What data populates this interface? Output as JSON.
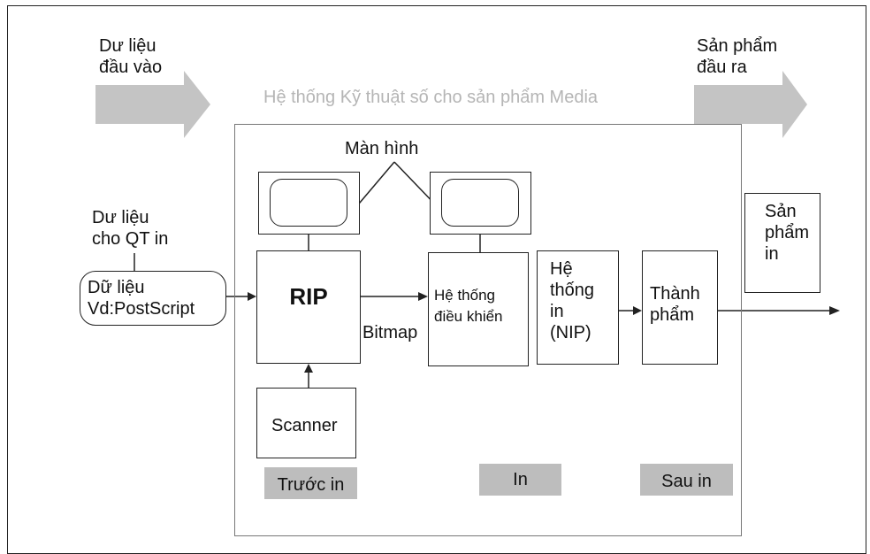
{
  "input_data_label": "Dư liệu\nđầu vào",
  "output_product_label": "Sản phẩm\nđầu ra",
  "system_title": "Hệ thống Kỹ thuật số cho sản phẩm Media",
  "monitor_label": "Màn hình",
  "print_data_label": "Dư liệu\ncho QT in",
  "data_box_label": "Dữ liệu\nVd:PostScript",
  "rip_label": "RIP",
  "bitmap_label": "Bitmap",
  "control_system_label": "Hệ thống\nđiều khiển",
  "print_system_label": "Hệ\nthống\n in\n(NIP)",
  "finishing_label": "Thành\nphẩm",
  "printed_product_label": "Sản\nphẩm\nin",
  "scanner_label": "Scanner",
  "stage_prepress": "Trước in",
  "stage_press": "In",
  "stage_postpress": "Sau in",
  "colors": {
    "arrow_gray": "#c4c4c4",
    "tag_gray": "#bdbdbd",
    "faint_text": "#b5b5b5"
  }
}
